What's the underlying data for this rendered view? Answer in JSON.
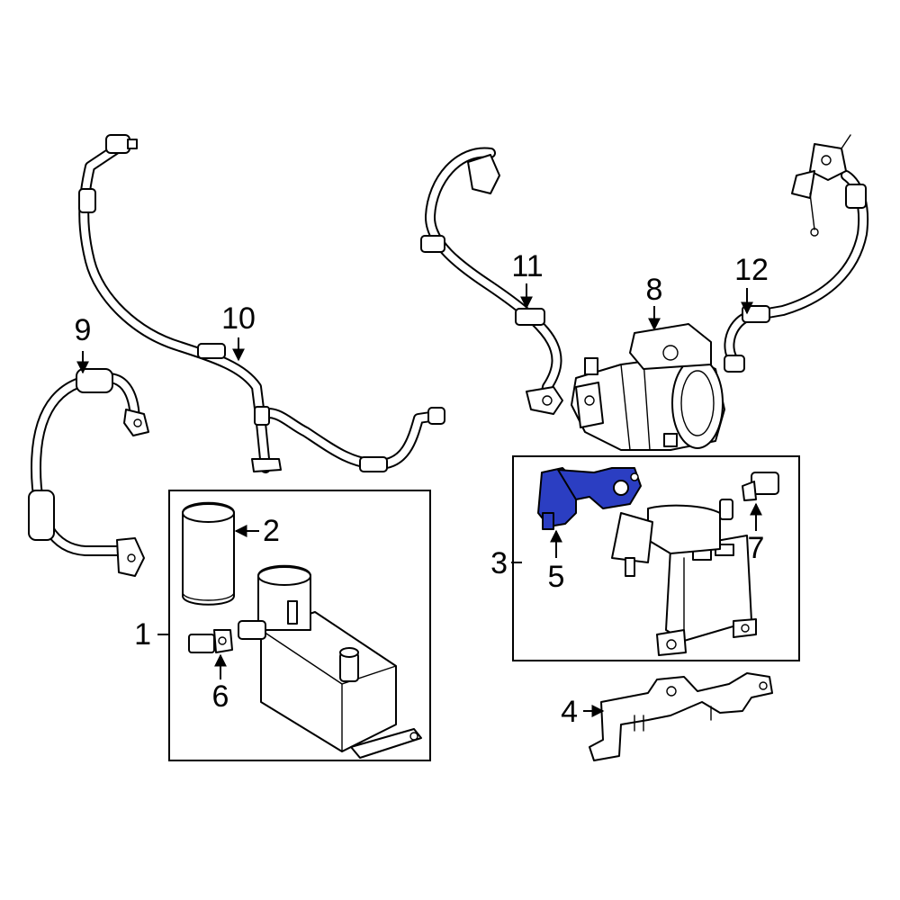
{
  "diagram": {
    "highlight_color": "#2b3ec2",
    "callouts": {
      "c1": "1",
      "c2": "2",
      "c3": "3",
      "c4": "4",
      "c5": "5",
      "c6": "6",
      "c7": "7",
      "c8": "8",
      "c9": "9",
      "c10": "10",
      "c11": "11",
      "c12": "12"
    }
  }
}
